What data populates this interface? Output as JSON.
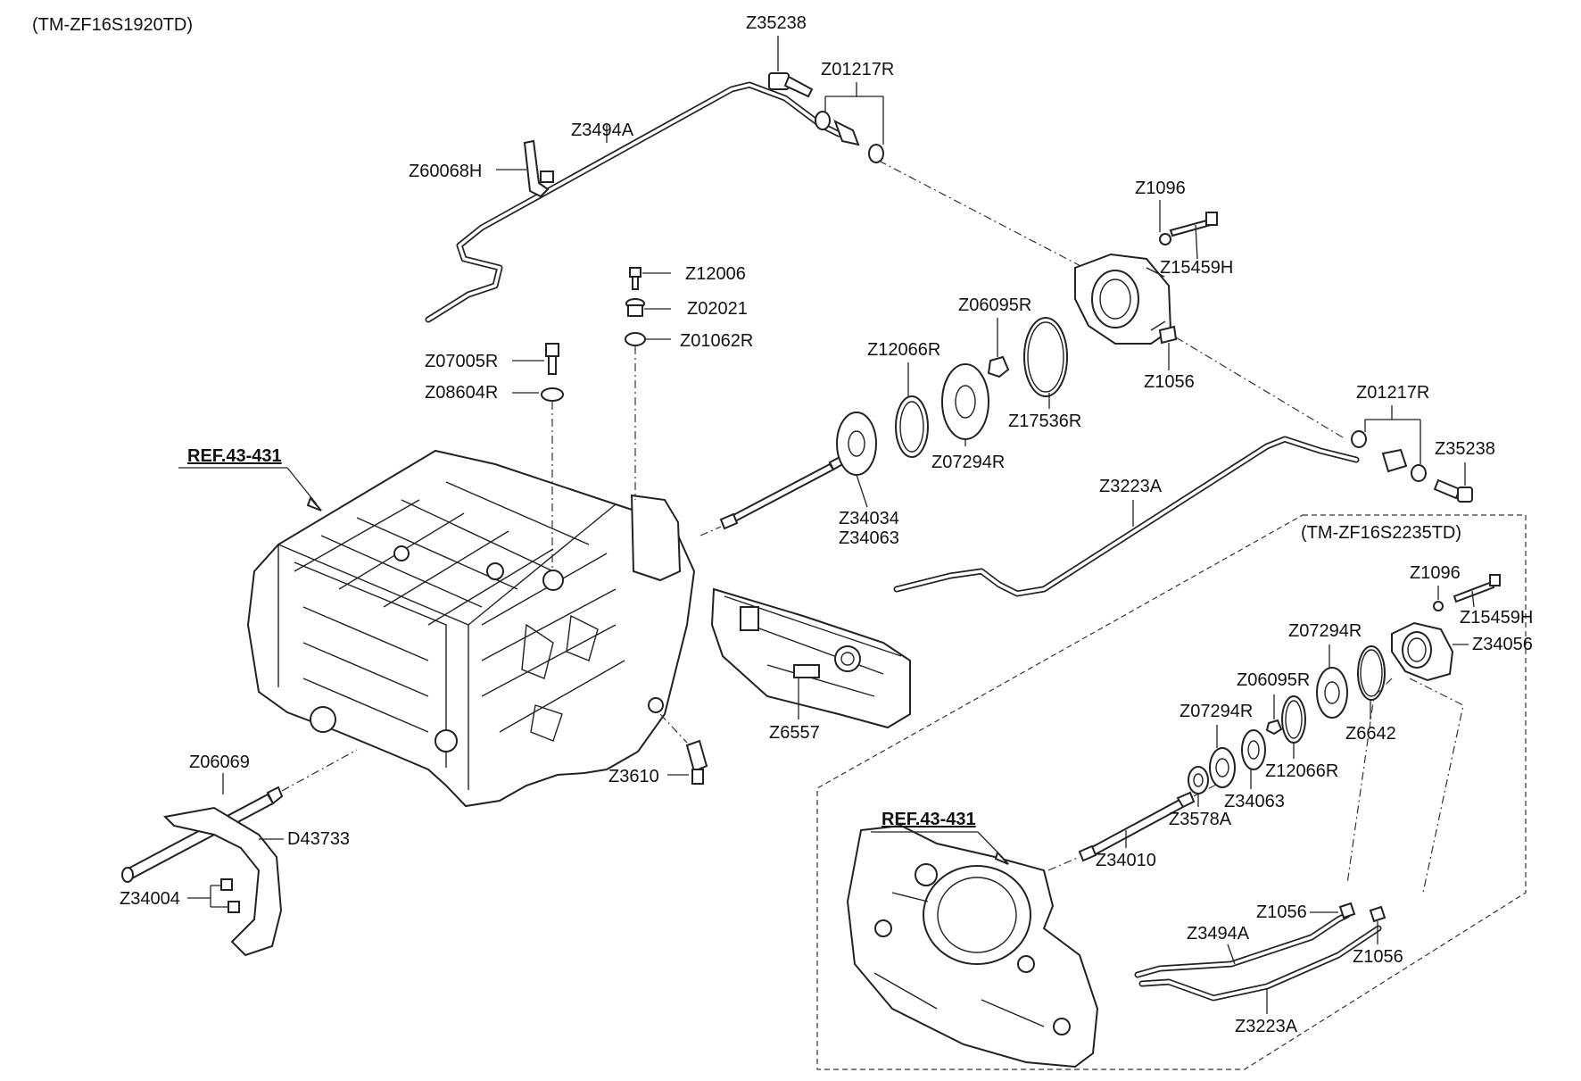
{
  "diagram": {
    "model_main": "(TM-ZF16S1920TD)",
    "model_sub": "(TM-ZF16S2235TD)",
    "ref_main": "REF.43-431",
    "ref_sub": "REF.43-431"
  },
  "callouts": {
    "z35238_top": "Z35238",
    "z01217r_top": "Z01217R",
    "z3494a_top": "Z3494A",
    "z60068h": "Z60068H",
    "z1096_top": "Z1096",
    "z15459h_top": "Z15459H",
    "z12006": "Z12006",
    "z02021": "Z02021",
    "z01062r": "Z01062R",
    "z06095r_top": "Z06095R",
    "z12066r_top": "Z12066R",
    "z07005r": "Z07005R",
    "z08604r": "Z08604R",
    "z1056_top": "Z1056",
    "z17536r": "Z17536R",
    "z07294r_top": "Z07294R",
    "z01217r_right": "Z01217R",
    "z35238_right": "Z35238",
    "z34034": "Z34034",
    "z34063_top": "Z34063",
    "z3223a_top": "Z3223A",
    "z1096_sub": "Z1096",
    "z15459h_sub": "Z15459H",
    "z34056": "Z34056",
    "z07294r_sub1": "Z07294R",
    "z06095r_sub": "Z06095R",
    "z6642": "Z6642",
    "z07294r_sub2": "Z07294R",
    "z12066r_sub": "Z12066R",
    "z34063_sub": "Z34063",
    "z3578a": "Z3578A",
    "z6557": "Z6557",
    "z3610": "Z3610",
    "z06069": "Z06069",
    "d43733": "D43733",
    "z34004": "Z34004",
    "z34010": "Z34010",
    "z1056_sub1": "Z1056",
    "z1056_sub2": "Z1056",
    "z3494a_sub": "Z3494A",
    "z3223a_sub": "Z3223A"
  }
}
